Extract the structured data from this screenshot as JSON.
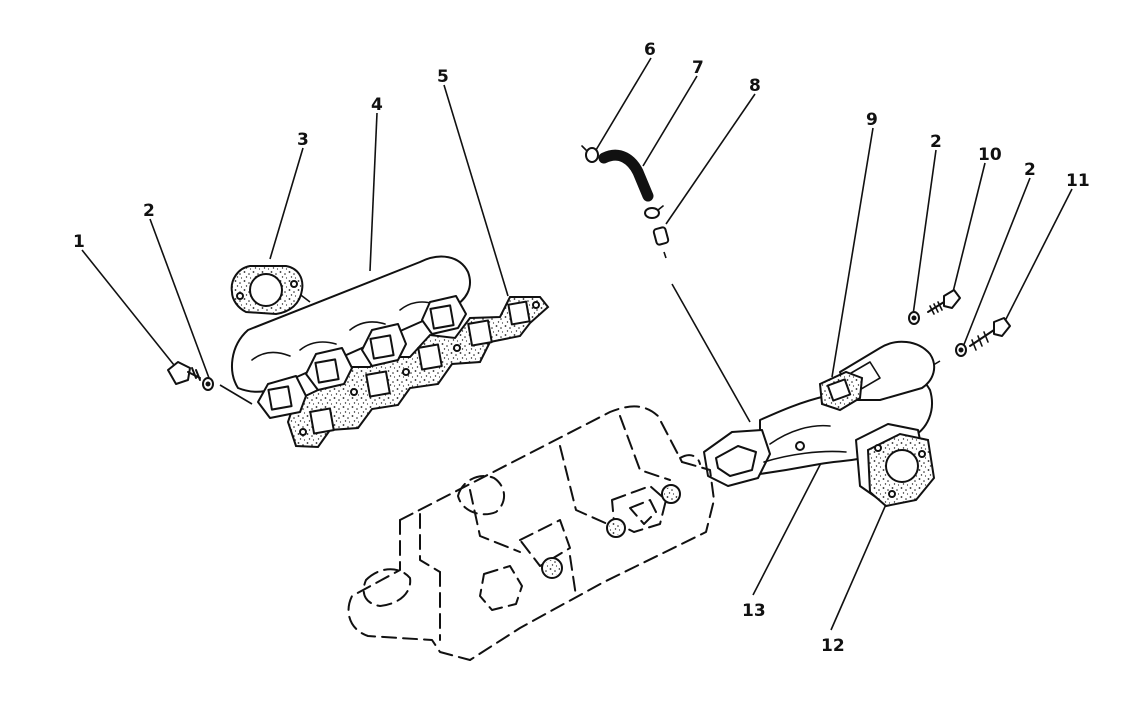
{
  "callouts": [
    {
      "id": "1",
      "label": "1"
    },
    {
      "id": "2a",
      "label": "2"
    },
    {
      "id": "3",
      "label": "3"
    },
    {
      "id": "4",
      "label": "4"
    },
    {
      "id": "5",
      "label": "5"
    },
    {
      "id": "6",
      "label": "6"
    },
    {
      "id": "7",
      "label": "7"
    },
    {
      "id": "8",
      "label": "8"
    },
    {
      "id": "9",
      "label": "9"
    },
    {
      "id": "2b",
      "label": "2"
    },
    {
      "id": "10",
      "label": "10"
    },
    {
      "id": "2c",
      "label": "2"
    },
    {
      "id": "11",
      "label": "11"
    },
    {
      "id": "13",
      "label": "13"
    },
    {
      "id": "12",
      "label": "12"
    }
  ]
}
